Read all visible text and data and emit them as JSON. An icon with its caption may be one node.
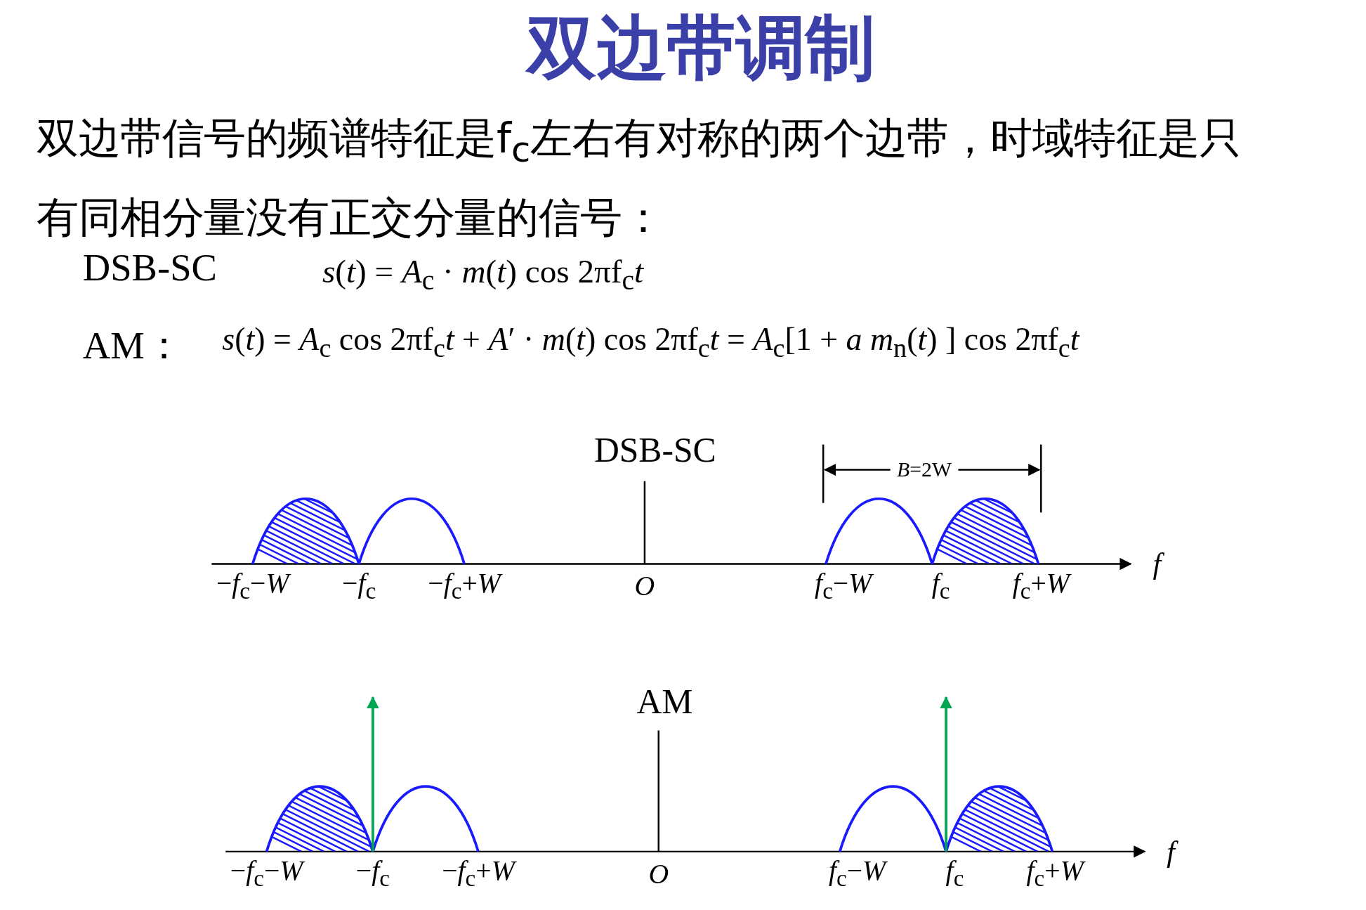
{
  "diagram": {
    "title": "双边带调制",
    "labels": [
      "双边带信号的频谱特征是f$_{c}$左右有对称的两个边带，时域特征是只有同相分量没有正交分量的信号：",
      "DSB-SC",
      "*s*(*t*) = *A*$_{c}$ · *m*(*t*) cos 2πf$_{c}$*t*",
      "AM：",
      "*s*(*t*) = *A*$_{c}$ cos 2πf$_{c}$*t* + *A*′ · *m*(*t*) cos 2πf$_{c}$*t* = *A*$_{c}$[1 + *a* *m*$_{n}$(*t*) ] cos 2πf$_{c}$*t*",
      "DSB-SC",
      "*B*=2W",
      "−*f*$_{c}$−*W*",
      "−*f*$_{c}$",
      "−*f*$_{c}$+*W*",
      "*O*",
      "*f*$_{c}$−*W*",
      "*f*$_{c}$",
      "*f*$_{c}$+*W*",
      "*f*",
      "AM",
      "−*f*$_{c}$−*W*",
      "−*f*$_{c}$",
      "−*f*$_{c}$+*W*",
      "*O*",
      "*f*$_{c}$−*W*",
      "*f*$_{c}$",
      "*f*$_{c}$+*W*",
      "*f*"
    ]
  }
}
